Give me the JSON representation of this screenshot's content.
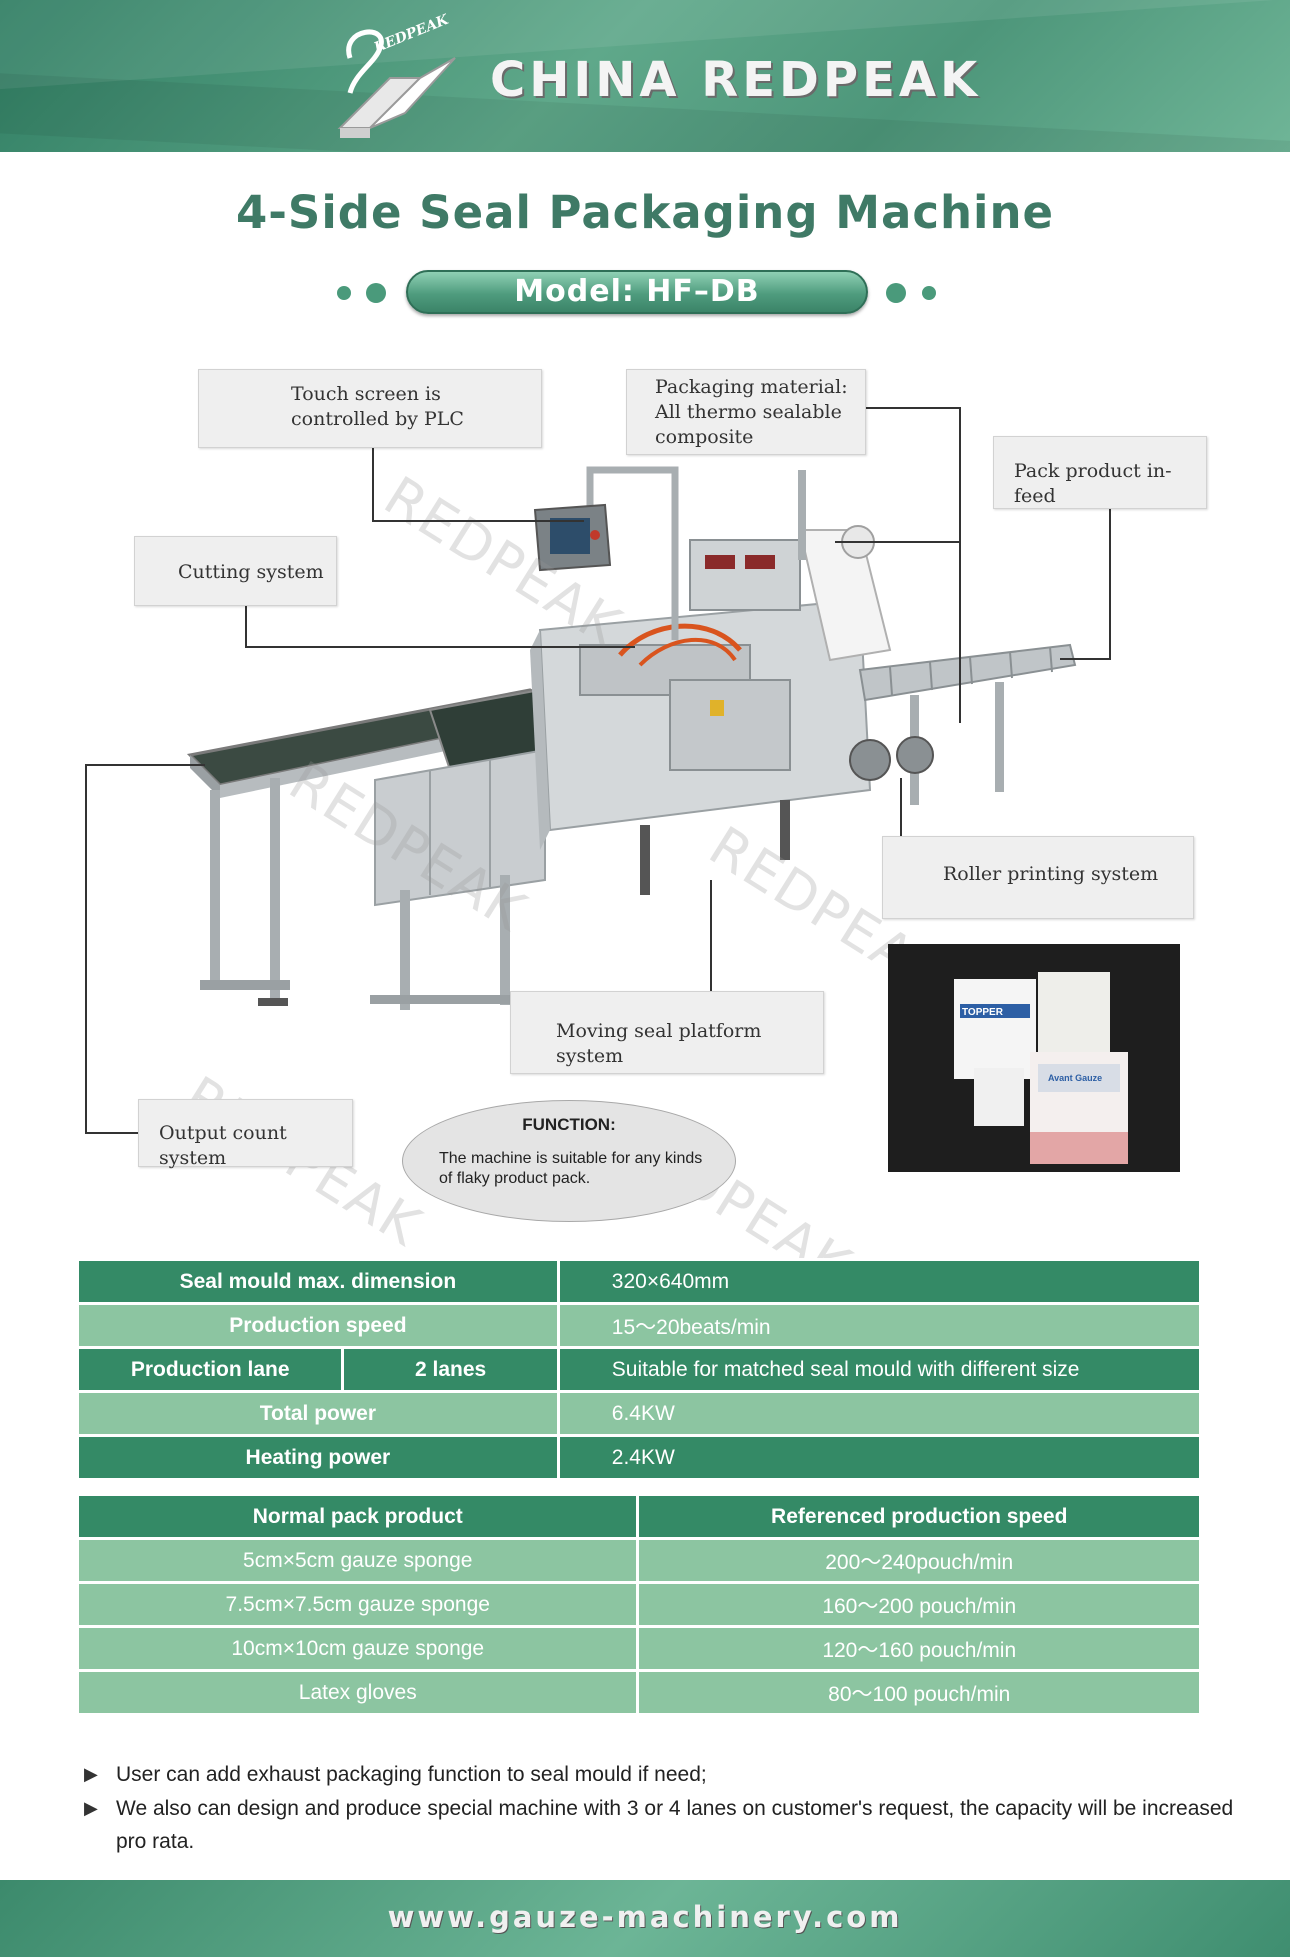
{
  "header": {
    "logo_text": "REDPEAK",
    "brand_name": "CHINA REDPEAK"
  },
  "title": "4-Side Seal Packaging Machine",
  "model": "Model: HF–DB",
  "callouts": {
    "touch_screen": [
      "Touch screen is",
      "controlled by PLC"
    ],
    "packaging_material": [
      "Packaging material:",
      "All thermo sealable",
      "composite"
    ],
    "pack_infeed": "Pack product in-feed",
    "cutting_system": "Cutting system",
    "roller_printing": "Roller printing system",
    "moving_seal": "Moving seal platform system",
    "output_count": "Output count system"
  },
  "watermark": "REDPEAK",
  "product_photo": {
    "labels": [
      "TOPPER",
      "Avant Gauze"
    ]
  },
  "function": {
    "title": "FUNCTION:",
    "body": "The machine is suitable for any kinds of flaky product pack."
  },
  "specs": [
    {
      "label": "Seal mould max. dimension",
      "value": "320×640mm"
    },
    {
      "label": "Production speed",
      "value": "15～20beats/min"
    },
    {
      "label": "Production lane",
      "sub": "2 lanes",
      "value": "Suitable for matched seal mould with different size"
    },
    {
      "label": "Total power",
      "value": "6.4KW"
    },
    {
      "label": "Heating power",
      "value": "2.4KW"
    }
  ],
  "speed_table": {
    "headers": [
      "Normal pack product",
      "Referenced production speed"
    ],
    "rows": [
      [
        "5cm×5cm gauze sponge",
        "200～240pouch/min"
      ],
      [
        "7.5cm×7.5cm gauze sponge",
        "160～200 pouch/min"
      ],
      [
        "10cm×10cm gauze sponge",
        "120～160 pouch/min"
      ],
      [
        "Latex gloves",
        "80～100 pouch/min"
      ]
    ]
  },
  "notes": [
    "User can add exhaust packaging function to seal mould if need;",
    "We also can design and produce special machine with 3 or 4 lanes on customer's request, the capacity will be increased pro rata."
  ],
  "footer": {
    "url": "www.gauze-machinery.com"
  },
  "colors": {
    "brand_green": "#3f7a66",
    "table_dark": "#348a66",
    "table_light": "#8cc5a1"
  }
}
